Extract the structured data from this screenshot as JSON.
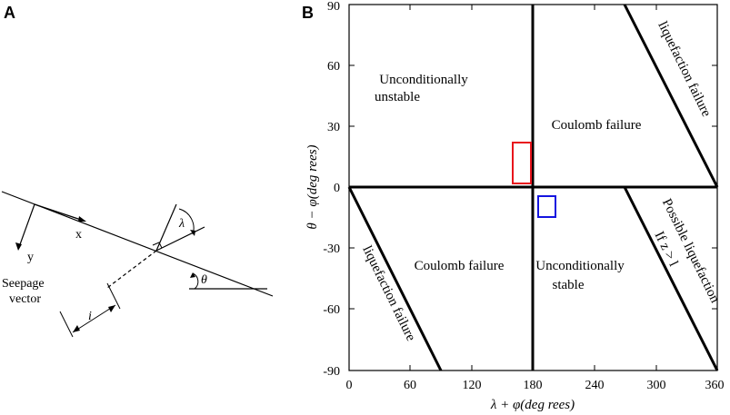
{
  "panels": {
    "a": {
      "letter": "A"
    },
    "b": {
      "letter": "B"
    }
  },
  "panel_a": {
    "x_axis_label": "x",
    "y_axis_label": "y",
    "lambda_symbol": "λ",
    "theta_symbol": "θ",
    "seepage_line1": "Seepage",
    "seepage_line2": "vector",
    "i_label": "i"
  },
  "panel_b": {
    "x_axis_title": "λ + φ(deg rees)",
    "y_axis_title": "θ − φ(deg rees)",
    "x_ticks": [
      "0",
      "60",
      "120",
      "180",
      "240",
      "300",
      "360"
    ],
    "y_ticks": [
      "90",
      "60",
      "30",
      "0",
      "-30",
      "-60",
      "-90"
    ],
    "regions": {
      "unconditionally_unstable_1": "Unconditionally",
      "unconditionally_unstable_2": "unstable",
      "coulomb_top": "Coulomb  failure",
      "coulomb_bottom": "Coulomb  failure",
      "unconditionally_stable_1": "Unconditionally",
      "unconditionally_stable_2": "stable",
      "liquefaction_top": "liquefaction  failure",
      "liquefaction_bottom": "liquefaction  failure",
      "possible_liquefaction_1": "Possible  liquefaction",
      "possible_liquefaction_2": "If   z > l"
    },
    "colors": {
      "red_box": "#e8141c",
      "blue_box": "#1414e0",
      "lines": "#000000"
    }
  }
}
